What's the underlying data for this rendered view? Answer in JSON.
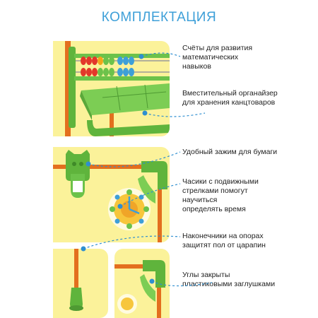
{
  "title": "КОМПЛЕКТАЦИЯ",
  "features": [
    {
      "id": "abacus",
      "lines": [
        "Счёты для развития",
        "математических",
        "навыков"
      ]
    },
    {
      "id": "organizer",
      "lines": [
        "Вместительный органайзер",
        "для хранения канцтоваров"
      ]
    },
    {
      "id": "clip",
      "lines": [
        "Удобный зажим для бумаги"
      ]
    },
    {
      "id": "clock",
      "lines": [
        "Часики с подвижными",
        "стрелками помогут",
        "научиться",
        "определять время"
      ]
    },
    {
      "id": "tips",
      "lines": [
        "Наконечники на опорах",
        "защитят пол от царапин"
      ]
    },
    {
      "id": "corners",
      "lines": [
        "Углы закрыты",
        "пластиковыми заглушками"
      ]
    }
  ],
  "colors": {
    "accent": "#3d9fd8",
    "panel": "#fbf29a",
    "green": "#6cc24a",
    "orange": "#e36f1e",
    "text": "#222222"
  },
  "icons": {
    "abacus": "abacus-icon",
    "clip": "paper-clip-icon",
    "clock": "clock-icon",
    "corner": "corner-cap-icon",
    "tip": "leg-tip-icon"
  }
}
